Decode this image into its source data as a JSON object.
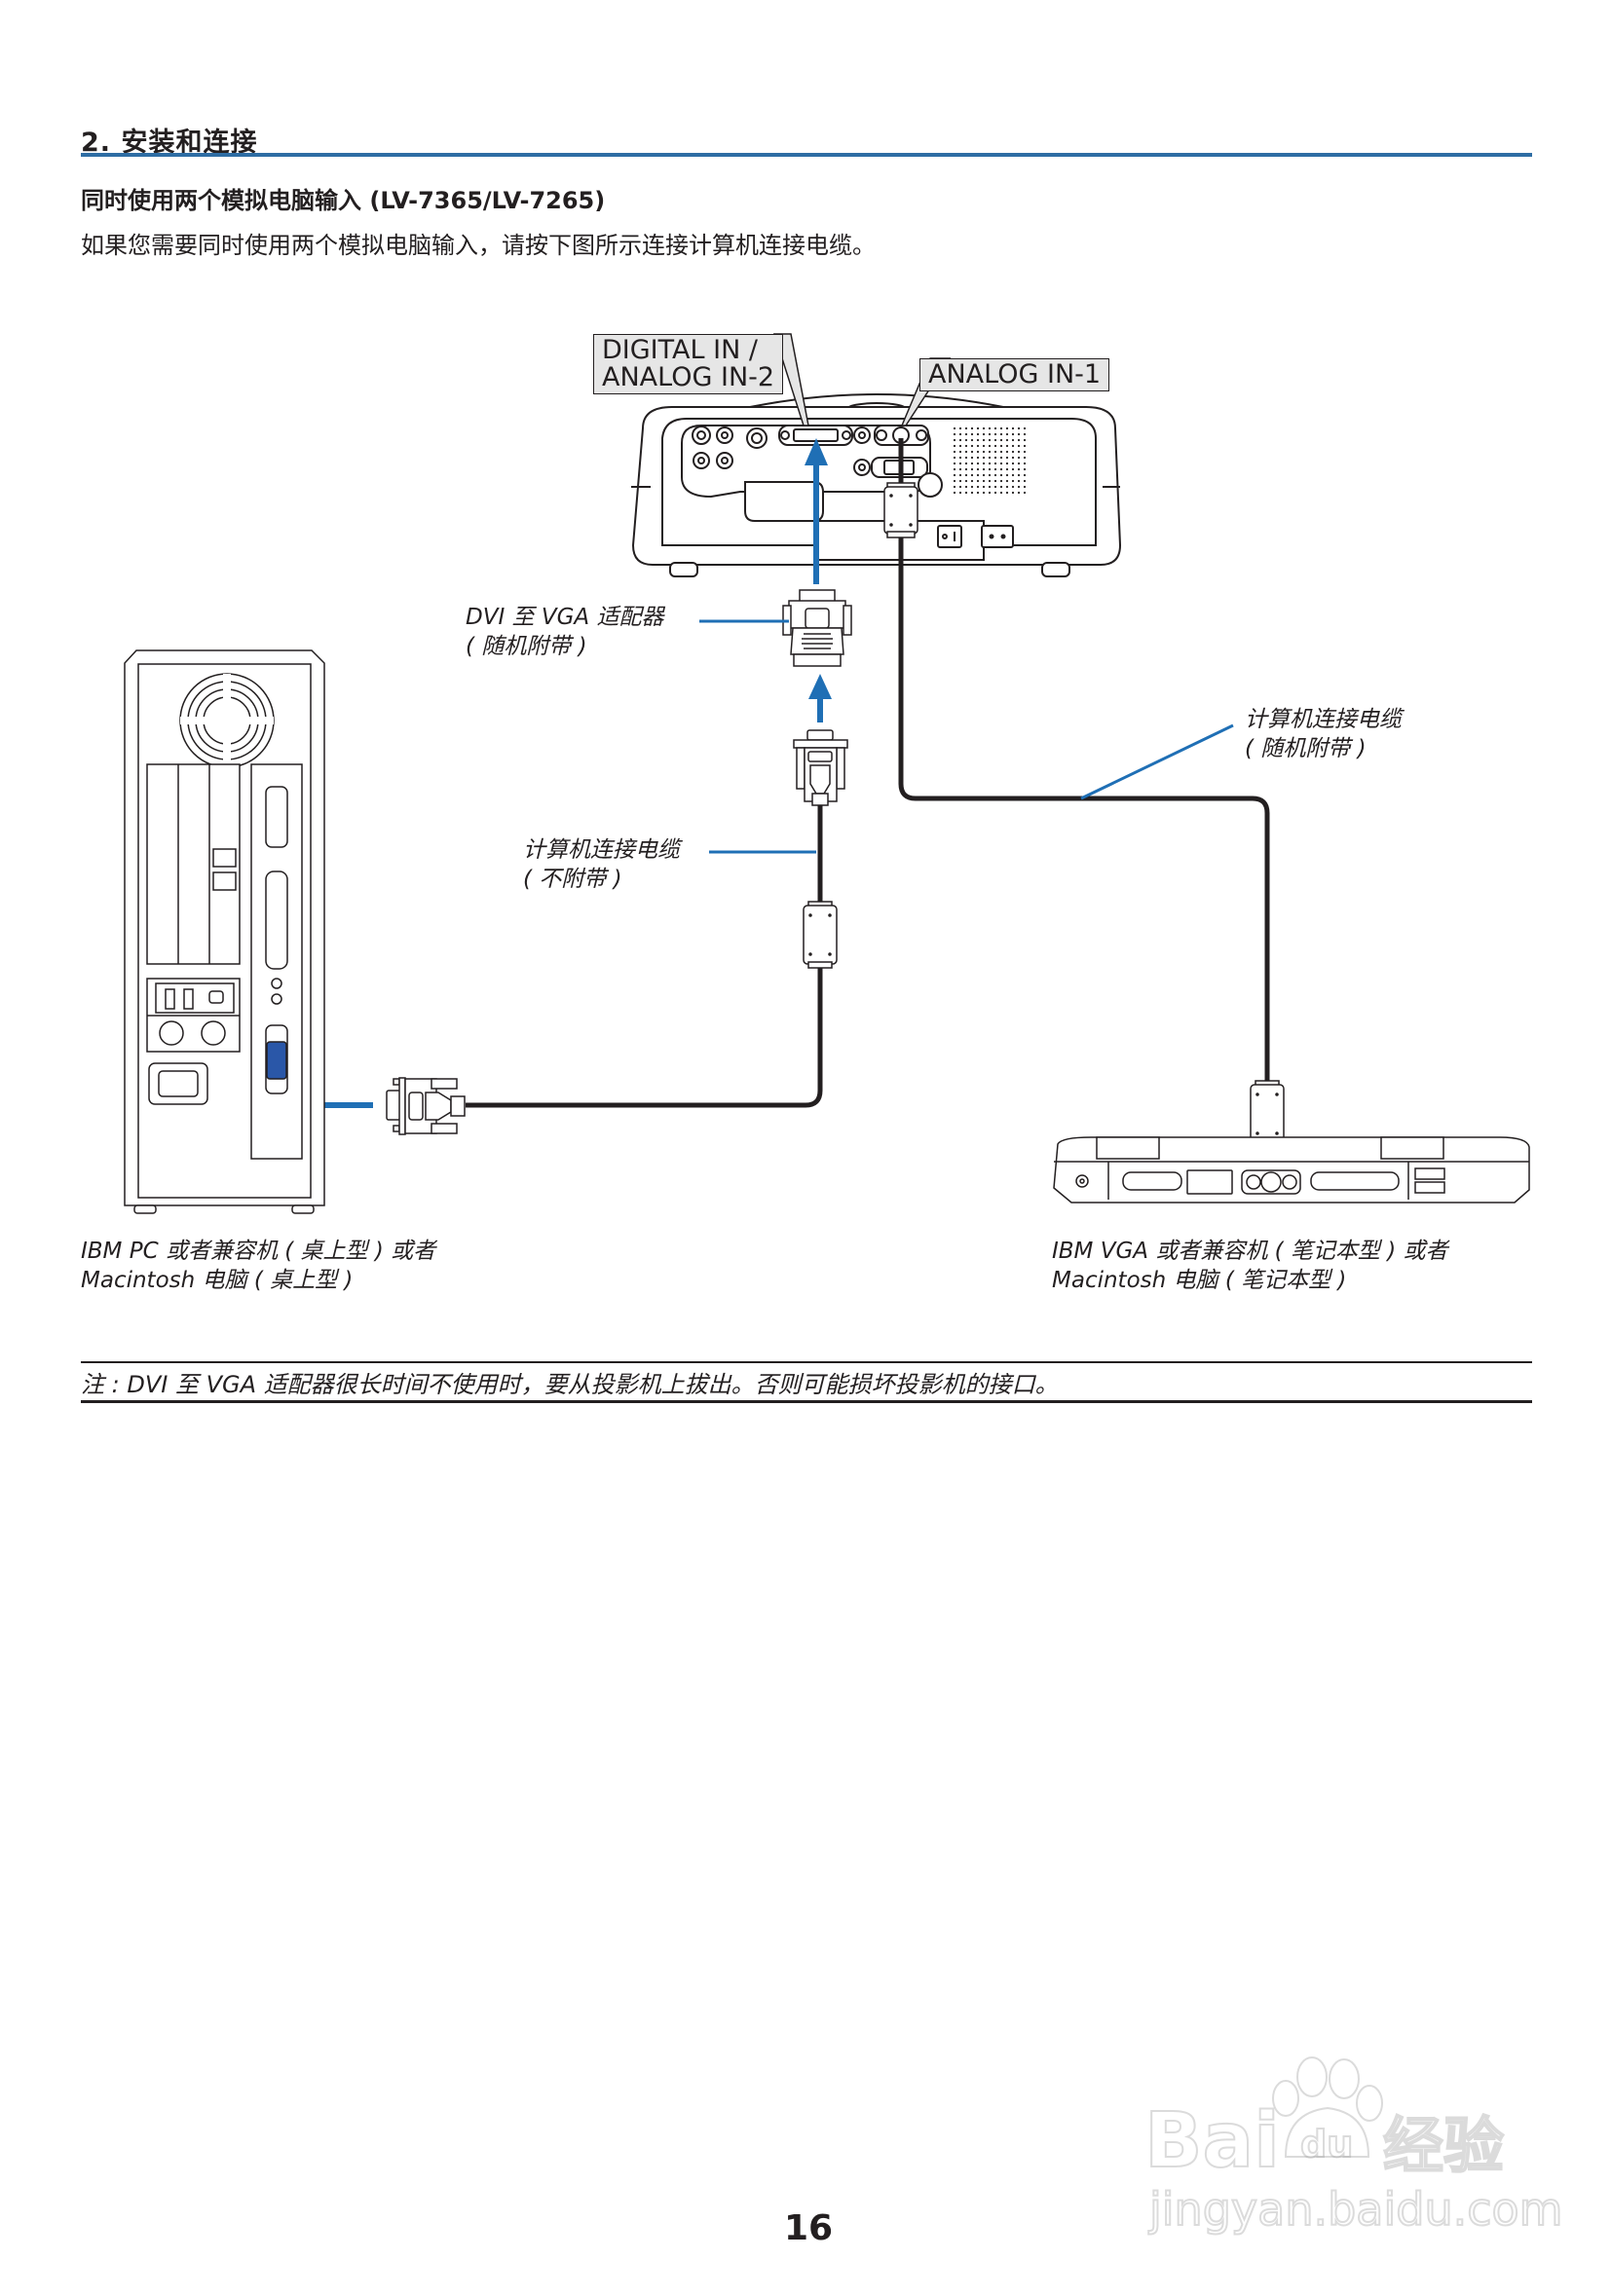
{
  "header": {
    "section_title": "2. 安装和连接",
    "subtitle": "同时使用两个模拟电脑输入 (LV-7365/LV-7265)",
    "body": "如果您需要同时使用两个模拟电脑输入，请按下图所示连接计算机连接电缆。"
  },
  "diagram": {
    "callouts": {
      "digital_in_line1": "DIGITAL IN /",
      "digital_in_line2": "ANALOG IN-2",
      "analog_in_1": "ANALOG IN-1"
    },
    "labels": {
      "adapter_line1": "DVI 至 VGA 适配器",
      "adapter_line2": "( 随机附带 )",
      "cable_not_included_line1": "计算机连接电缆",
      "cable_not_included_line2": "( 不附带 )",
      "cable_included_line1": "计算机连接电缆",
      "cable_included_line2": "( 随机附带 )"
    },
    "captions": {
      "desktop_line1": "IBM PC 或者兼容机 ( 桌上型 ) 或者",
      "desktop_line2": "Macintosh 电脑 ( 桌上型 )",
      "laptop_line1": "IBM VGA 或者兼容机 ( 笔记本型 ) 或者",
      "laptop_line2": "Macintosh 电脑 ( 笔记本型 )"
    },
    "colors": {
      "accent_blue": "#1f6fb5",
      "rule_blue": "#2e6da4",
      "cable": "#231f20",
      "callout_fill": "#e6e6e6",
      "vga_port": "#2a57a8"
    }
  },
  "note": "注 : DVI 至 VGA 适配器很长时间不使用时，要从投影机上拔出。否则可能损坏投影机的接口。",
  "footer": {
    "page_number": "16"
  },
  "watermark": {
    "brand_left": "Bai",
    "brand_paw": "du",
    "brand_right": "经验",
    "url": "jingyan.baidu.com"
  }
}
